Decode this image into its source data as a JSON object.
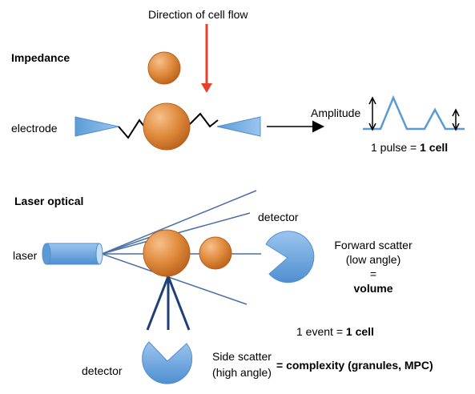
{
  "impedance": {
    "heading": "Impedance",
    "flow_label": "Direction of cell flow",
    "electrode_label": "electrode",
    "amplitude_label": "Amplitude",
    "pulse_prefix": "1 pulse = ",
    "pulse_value": "1 cell"
  },
  "laser": {
    "heading": "Laser optical",
    "laser_label": "laser",
    "top_detector_label": "detector",
    "bottom_detector_label": "detector",
    "forward_line1": "Forward scatter",
    "forward_line2": "(low angle)",
    "forward_eq": "=",
    "forward_result": "volume",
    "event_prefix": "1 event = ",
    "event_value": "1 cell",
    "side_line1": "Side scatter",
    "side_line2": "(high angle)",
    "side_result": "= complexity (granules, MPC)"
  },
  "colors": {
    "cell": "#e08a3c",
    "electrode": "#5b9bd5",
    "flow_arrow": "#e8402a",
    "beam": "#4a6fa5",
    "pulse": "#5b9bd5"
  }
}
